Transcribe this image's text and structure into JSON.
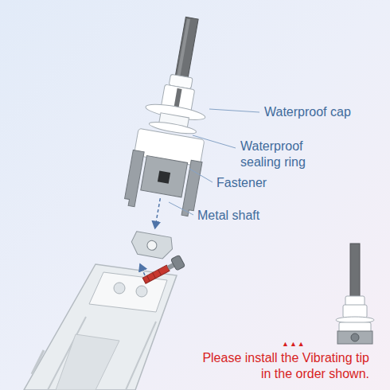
{
  "diagram": {
    "labels": [
      "Waterproof cap",
      "Waterproof sealing ring",
      "Fastener",
      "Metal shaft",
      "▲▲▲",
      "Please install the Vibrating tip in the order shown."
    ]
  }
}
